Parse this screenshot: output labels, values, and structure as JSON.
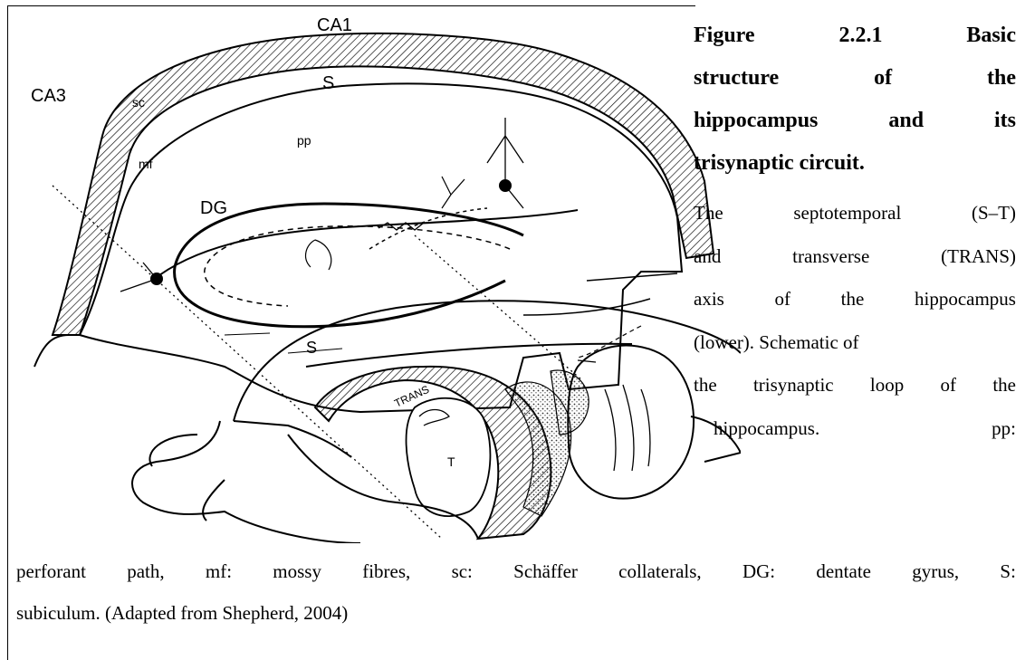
{
  "figure": {
    "labels": {
      "ca1": "CA1",
      "ca3": "CA3",
      "s_top": "S",
      "sc": "sc",
      "mf": "mf",
      "pp": "pp",
      "dg": "DG",
      "s_lower": "S",
      "trans": "TRANS",
      "t": "T"
    }
  },
  "caption": {
    "title_lines": [
      [
        "Figure",
        "2.2.1",
        "Basic"
      ],
      [
        "structure",
        "of",
        "the"
      ],
      [
        "hippocampus",
        "and",
        "its"
      ],
      [
        "trisynaptic circuit."
      ]
    ],
    "body_lines": [
      [
        "The",
        "septotemporal",
        "(S–T)"
      ],
      [
        "and",
        "transverse",
        "(TRANS)"
      ],
      [
        "axis",
        "of",
        "the",
        "hippocampus"
      ],
      [
        "(lower). Schematic of"
      ],
      [
        "the",
        "trisynaptic",
        "loop",
        "of",
        "the"
      ],
      [
        "hippocampus.",
        "pp:"
      ]
    ],
    "full_lines": [
      [
        "perforant",
        "path,",
        "mf:",
        "mossy",
        "fibres,",
        "sc:",
        "Schäffer",
        "collaterals,",
        "DG:",
        "dentate",
        "gyrus,",
        "S:"
      ],
      [
        "subiculum. (Adapted from Shepherd, 2004)"
      ]
    ]
  }
}
